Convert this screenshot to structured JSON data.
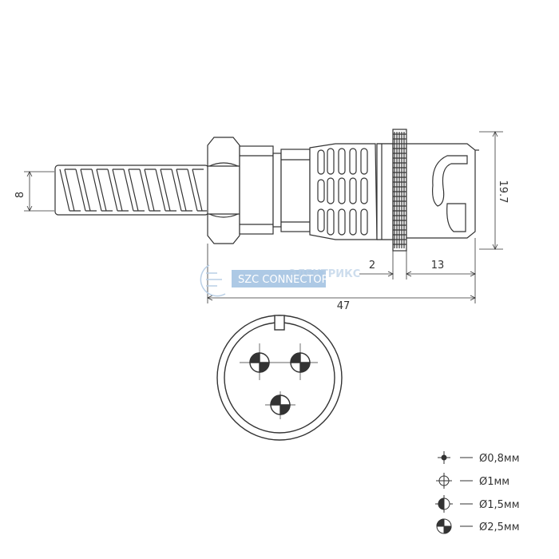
{
  "dimensions": {
    "diameter_spring": "8",
    "height_coupling": "19.7",
    "width_knurl": "2",
    "length_nose": "13",
    "total_length": "47"
  },
  "watermark": {
    "brand": "SZC CONNECTOR",
    "overlay": "ЭЛЕКТРИКС"
  },
  "legend": [
    {
      "symbol": "pin-0.8-icon",
      "label": "Ø0,8мм"
    },
    {
      "symbol": "pin-1-icon",
      "label": "Ø1мм"
    },
    {
      "symbol": "pin-1.5-icon",
      "label": "Ø1,5мм"
    },
    {
      "symbol": "pin-2.5-icon",
      "label": "Ø2,5мм"
    }
  ],
  "colors": {
    "line": "#333333",
    "watermark_bg": "#9fbfe0"
  }
}
